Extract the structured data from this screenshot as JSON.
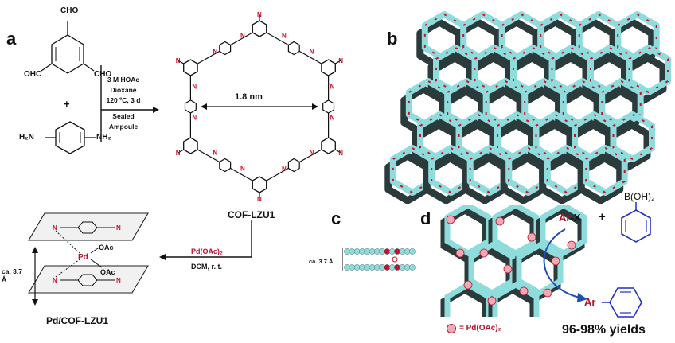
{
  "panel_labels": {
    "a": "a",
    "b": "b",
    "c": "c",
    "d": "d"
  },
  "panel_a": {
    "reagent1": {
      "top_group": "CHO",
      "left_group": "OHC",
      "right_group": "CHO"
    },
    "plus": "+",
    "reagent2": {
      "left_group": "H₂N",
      "right_group": "NH₂"
    },
    "conditions": [
      "3 M HOAc",
      "Dioxane",
      "120 ºC, 3 d",
      "Sealed",
      "Ampoule"
    ],
    "pore_size": "1.8 nm",
    "cof_name": "COF-LZU1",
    "imine_atom": "N"
  },
  "step2": {
    "reagent": "Pd(OAc)₂",
    "solvent": "DCM, r. t."
  },
  "pd_complex": {
    "name": "Pd/COF-LZU1",
    "metal": "Pd",
    "ligand1": "OAc",
    "ligand2": "OAc",
    "spacing": "ca. 3.7 Å"
  },
  "panel_c": {
    "spacing": "ca. 3.7 Å"
  },
  "panel_d": {
    "aryl_halide_red": "Ar",
    "aryl_halide_rest": "-X",
    "plus": "+",
    "boronic": "B(OH)₂",
    "product": "Ar",
    "legend_text": "= Pd(OAc)₂",
    "yield": "96-98% yields"
  },
  "colors": {
    "framework": "#8fdcdc",
    "nitrogen": "#c8102e",
    "pd": "#f3a8b6",
    "arrow": "#1f4fb5",
    "imine_n": "#c8102e"
  }
}
